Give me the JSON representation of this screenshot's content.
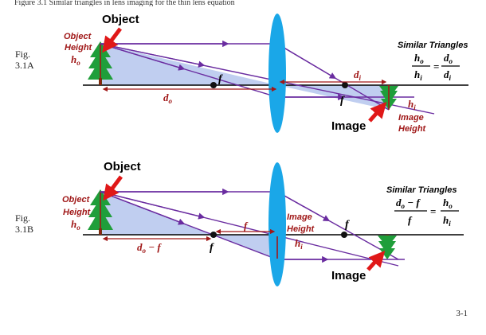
{
  "page": {
    "header_partial": "Figure 3.1 Similar triangles in lens imaging for the thin lens equation",
    "page_number": "3-1"
  },
  "fig_a": {
    "caption_line1": "Fig.",
    "caption_line2": "3.1A",
    "object_label": "Object",
    "object_height_line1": "Object",
    "object_height_line2": "Height",
    "ho_base": "h",
    "ho_sub": "o",
    "f_label_left": "f",
    "f_label_right": "f",
    "do_base": "d",
    "do_sub": "o",
    "di_base": "d",
    "di_sub": "i",
    "hi_base": "h",
    "hi_sub": "i",
    "image_label": "Image",
    "image_height_line1": "Image",
    "image_height_line2": "Height",
    "similar_title": "Similar Triangles",
    "eq_left_num_base": "h",
    "eq_left_num_sub": "o",
    "eq_left_den_base": "h",
    "eq_left_den_sub": "i",
    "eq_equals": "=",
    "eq_right_num_base": "d",
    "eq_right_num_sub": "o",
    "eq_right_den_base": "d",
    "eq_right_den_sub": "i"
  },
  "fig_b": {
    "caption_line1": "Fig.",
    "caption_line2": "3.1B",
    "object_label": "Object",
    "object_height_line1": "Object",
    "object_height_line2": "Height",
    "ho_base": "h",
    "ho_sub": "o",
    "f_label_mid": "f",
    "f_label_left": "f",
    "f_label_right": "f",
    "dof_base": "d",
    "dof_sub": "o",
    "dof_rest": " − f",
    "image_height_line1": "Image",
    "image_height_line2": "Height",
    "hi_base": "h",
    "hi_sub": "i",
    "image_label": "Image",
    "similar_title": "Similar Triangles",
    "eq_left_num_base": "d",
    "eq_left_num_sub": "o",
    "eq_left_num_rest": " − f",
    "eq_left_den": "f",
    "eq_equals": "=",
    "eq_right_num_base": "h",
    "eq_right_num_sub": "o",
    "eq_right_den_base": "h",
    "eq_right_den_sub": "i"
  },
  "colors": {
    "ray": "#6a2ca0",
    "lens": "#1aa7e8",
    "triangle_fill": "#b9c9ee",
    "dim_red": "#a01818",
    "pointer_red": "#e01818",
    "tree_green": "#1f9e3a",
    "axis": "#000000"
  }
}
